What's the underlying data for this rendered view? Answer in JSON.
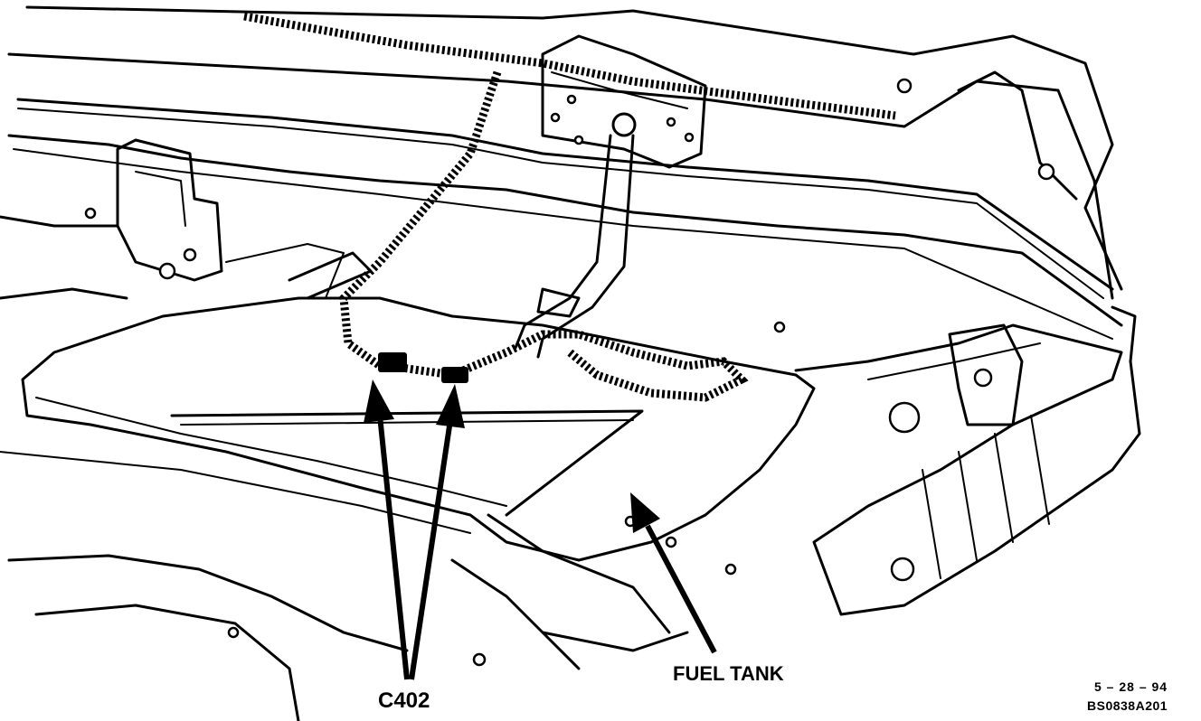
{
  "callouts": {
    "connector": "C402",
    "fuel_tank": "FUEL TANK"
  },
  "footer": {
    "date": "5 – 28 – 94",
    "figure_id": "BS0838A201"
  }
}
